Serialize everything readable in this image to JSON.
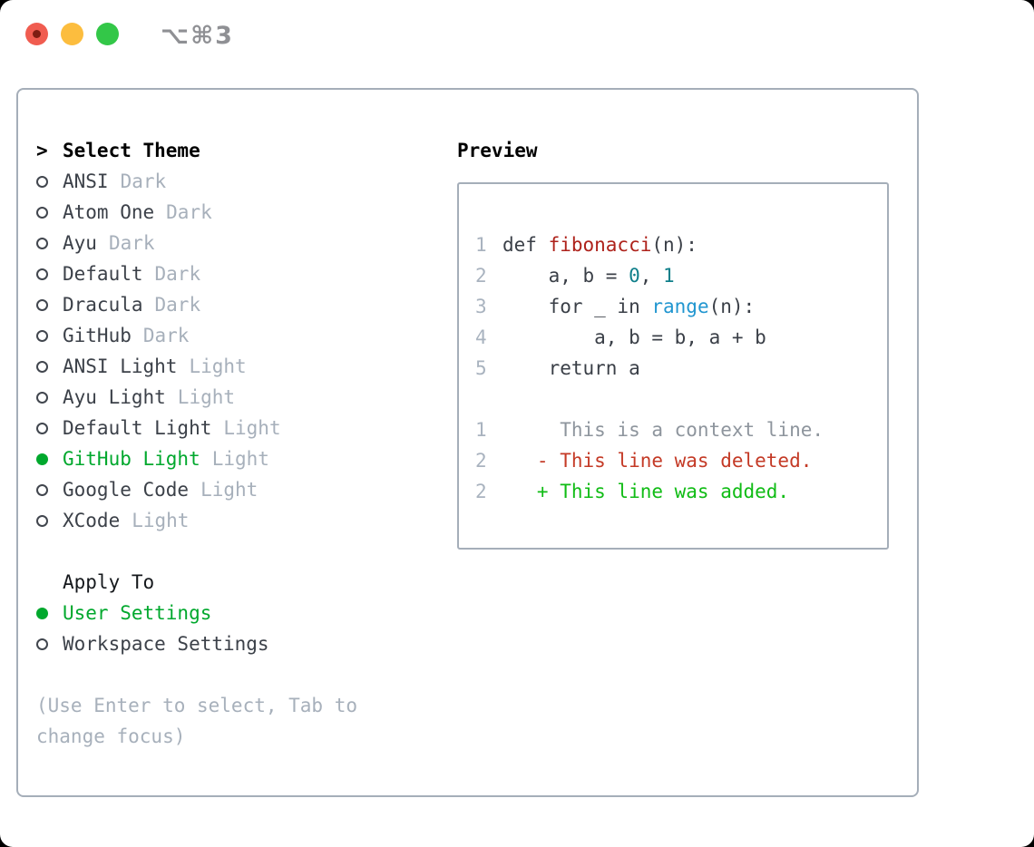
{
  "window": {
    "shortcut_label": "⌥⌘3"
  },
  "colors": {
    "selection_green": "#00a82d",
    "badge_gray": "#a7b0bb",
    "text_dark": "#3c4149",
    "panel_border": "#a5aeb9",
    "function_red": "#ae221b",
    "number_teal": "#0f7f8a",
    "builtin_blue": "#2196d0",
    "diff_context_gray": "#8e959d",
    "diff_deleted_red": "#c43a26",
    "diff_added_green": "#10bc15",
    "traffic_red": "#f05c50",
    "traffic_yellow": "#fcbd3e",
    "traffic_green": "#33c748"
  },
  "theme_picker": {
    "prompt": ">",
    "header": "Select Theme",
    "themes": [
      {
        "name": "ANSI",
        "variant": "Dark",
        "selected": false
      },
      {
        "name": "Atom One",
        "variant": "Dark",
        "selected": false
      },
      {
        "name": "Ayu",
        "variant": "Dark",
        "selected": false
      },
      {
        "name": "Default",
        "variant": "Dark",
        "selected": false
      },
      {
        "name": "Dracula",
        "variant": "Dark",
        "selected": false
      },
      {
        "name": "GitHub",
        "variant": "Dark",
        "selected": false
      },
      {
        "name": "ANSI Light",
        "variant": "Light",
        "selected": false
      },
      {
        "name": "Ayu Light",
        "variant": "Light",
        "selected": false
      },
      {
        "name": "Default Light",
        "variant": "Light",
        "selected": false
      },
      {
        "name": "GitHub Light",
        "variant": "Light",
        "selected": true
      },
      {
        "name": "Google Code",
        "variant": "Light",
        "selected": false
      },
      {
        "name": "XCode",
        "variant": "Light",
        "selected": false
      }
    ]
  },
  "apply_to": {
    "header": "Apply To",
    "options": [
      {
        "label": "User Settings",
        "selected": true
      },
      {
        "label": "Workspace Settings",
        "selected": false
      }
    ]
  },
  "help_text": "(Use Enter to select, Tab to change focus)",
  "preview": {
    "header": "Preview",
    "code_lines": [
      {
        "num": "1",
        "tokens": [
          {
            "text": "def ",
            "style": "plain"
          },
          {
            "text": "fibonacci",
            "style": "function"
          },
          {
            "text": "(n):",
            "style": "plain"
          }
        ]
      },
      {
        "num": "2",
        "tokens": [
          {
            "text": "    a, b = ",
            "style": "plain"
          },
          {
            "text": "0",
            "style": "number"
          },
          {
            "text": ", ",
            "style": "plain"
          },
          {
            "text": "1",
            "style": "number"
          }
        ]
      },
      {
        "num": "3",
        "tokens": [
          {
            "text": "    for _ in ",
            "style": "plain"
          },
          {
            "text": "range",
            "style": "builtin"
          },
          {
            "text": "(n):",
            "style": "plain"
          }
        ]
      },
      {
        "num": "4",
        "tokens": [
          {
            "text": "        a, b = b, a + b",
            "style": "plain"
          }
        ]
      },
      {
        "num": "5",
        "tokens": [
          {
            "text": "    return a",
            "style": "plain"
          }
        ]
      }
    ],
    "diff_lines": [
      {
        "num": "1",
        "kind": "context",
        "text": "     This is a context line."
      },
      {
        "num": "2",
        "kind": "deleted",
        "text": "   - This line was deleted."
      },
      {
        "num": "2",
        "kind": "added",
        "text": "   + This line was added."
      }
    ]
  }
}
